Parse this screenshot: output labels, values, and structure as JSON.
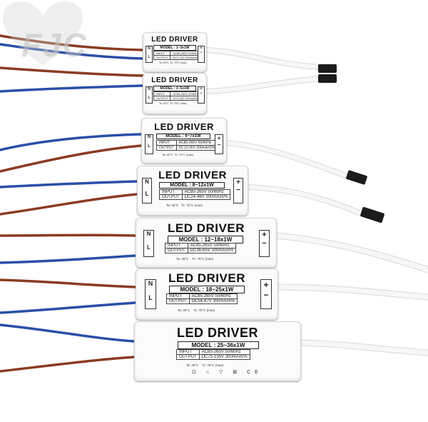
{
  "logo": {
    "text": "FJC"
  },
  "drivers": [
    {
      "title": "LED DRIVER",
      "model": "MODEL : 1~3x1W",
      "input_label": "INPUT",
      "input": "AC85-265V 50/60Hz",
      "output_label": "OUTPUT",
      "output": "DC3-12V 300mA±5%",
      "ta": "Ta: 45°C",
      "tc": "Tc: 75°C (max)"
    },
    {
      "title": "LED DRIVER",
      "model": "MODEL : 3~5x1W",
      "input_label": "INPUT",
      "input": "AC85-265V 50/60Hz",
      "output_label": "OUTPUT",
      "output": "DC9-18V 300mA±5%",
      "ta": "Ta: 45°C",
      "tc": "Tc: 75°C (max)"
    },
    {
      "title": "LED DRIVER",
      "model": "MODEL : 4~7x1W",
      "input_label": "INPUT",
      "input": "AC85-265V 50/60Hz",
      "output_label": "OUTPUT",
      "output": "DC12-26V 300mA±5%",
      "ta": "Ta: 45°C",
      "tc": "Tc: 75°C (max)"
    },
    {
      "title": "LED DRIVER",
      "model": "MODEL : 8~12x1W",
      "input_label": "INPUT",
      "input": "AC85-265V 50/60Hz",
      "output_label": "OUTPUT",
      "output": "DC24-46V 300mA±5%",
      "ta": "Ta: 45°C",
      "tc": "Tc: 75°C (max)"
    },
    {
      "title": "LED DRIVER",
      "model": "MODEL : 12~18x1W",
      "input_label": "INPUT",
      "input": "AC85-265V 50/60Hz",
      "output_label": "OUTPUT",
      "output": "DC36-65V 300mA±5%",
      "ta": "Ta: 45°C",
      "tc": "Tc: 75°C (max)"
    },
    {
      "title": "LED DRIVER",
      "model": "MODEL : 18~25x1W",
      "input_label": "INPUT",
      "input": "AC85-265V 50/60Hz",
      "output_label": "OUTPUT",
      "output": "DC54-87V 300mA±5%",
      "ta": "Ta: 45°C",
      "tc": "Tc: 75°C (max)"
    },
    {
      "title": "LED DRIVER",
      "model": "MODEL : 25~36x1W",
      "input_label": "INPUT",
      "input": "AC85-265V 50/60Hz",
      "output_label": "OUTPUT",
      "output": "DC75-135V 300mA±5%",
      "ta": "Ta: 45°C",
      "tc": "Tc: 75°C (max)"
    }
  ],
  "terminal_in": {
    "n": "N",
    "l": "L",
    "label": "INPUT"
  },
  "terminal_out": {
    "plus": "+",
    "minus": "−",
    "label": "OUTPUT"
  },
  "certs": "⊡ ⌂ ▽ ⊠ CE",
  "colors": {
    "wire_blue": "#2a4fa8",
    "wire_brown": "#8a3b22",
    "cable_white": "#f2f2f2",
    "connector": "#1b1b1b"
  }
}
